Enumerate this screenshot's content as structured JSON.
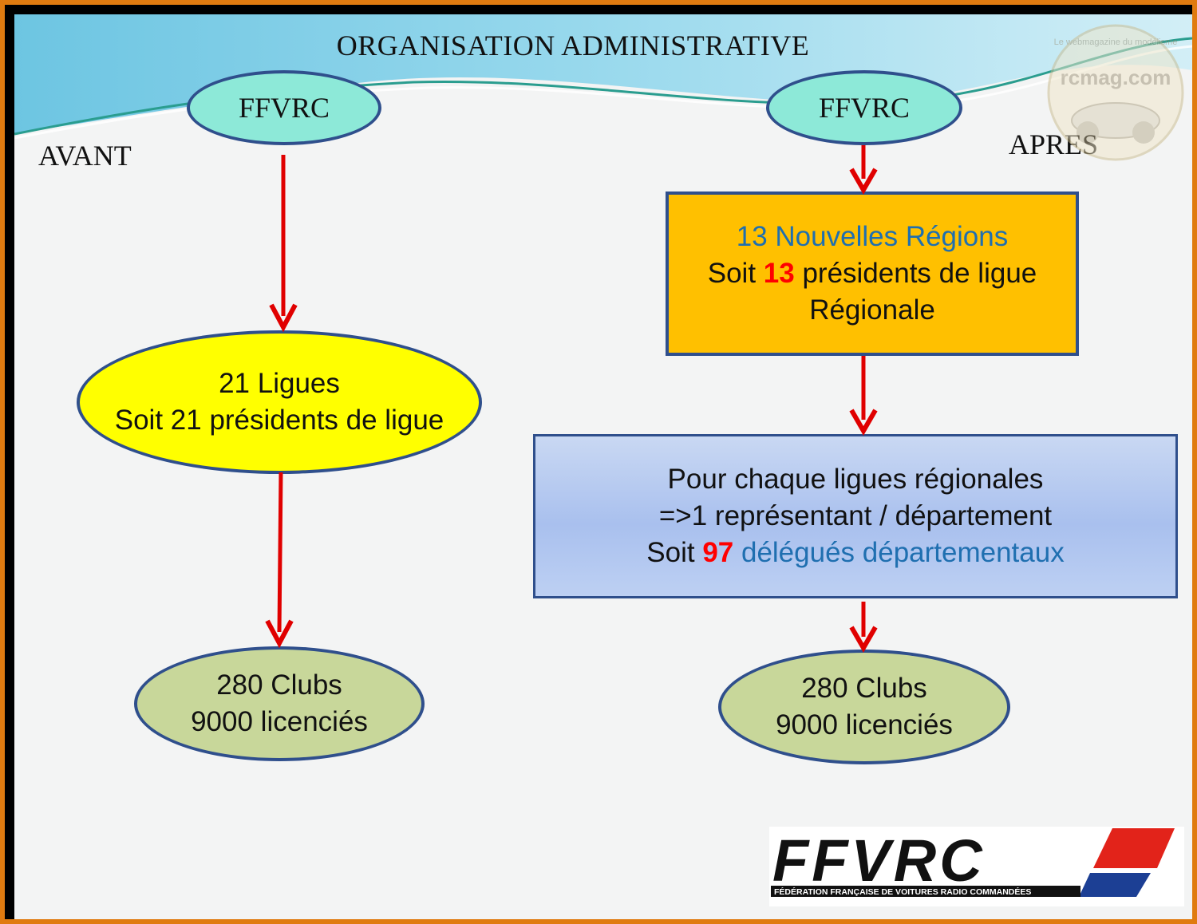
{
  "title": "ORGANISATION  ADMINISTRATIVE",
  "left": {
    "label": "AVANT",
    "top": "FFVRC",
    "middle": {
      "line1": "21 Ligues",
      "line2": "Soit 21 présidents de ligue"
    },
    "bottom": {
      "line1": "280 Clubs",
      "line2": "9000 licenciés"
    }
  },
  "right": {
    "label": "APRES",
    "top": "FFVRC",
    "regions": {
      "line1": "13 Nouvelles Régions",
      "line2_pre": "Soit ",
      "line2_num": "13",
      "line2_post": " présidents de ligue",
      "line3": "Régionale"
    },
    "delegates": {
      "line1": "Pour chaque ligues régionales",
      "line2": "=>1 représentant /  département",
      "line3_pre": "Soit ",
      "line3_num": "97",
      "line3_post": " délégués départementaux"
    },
    "bottom": {
      "line1": "280 Clubs",
      "line2": "9000 licenciés"
    }
  },
  "logo": {
    "name": "FFVRC",
    "subtitle": "FÉDÉRATION FRANÇAISE DE VOITURES RADIO COMMANDÉES"
  },
  "watermark": {
    "site": "rcmag.com",
    "tagline": "Le webmagazine du modélisme"
  },
  "colors": {
    "frame": "#e07b10",
    "arrow": "#e00000",
    "cyan": "#8de9d8",
    "yellow": "#ffff00",
    "orange": "#ffc000",
    "green": "#c8d79a",
    "blueText": "#1f6fb0"
  }
}
